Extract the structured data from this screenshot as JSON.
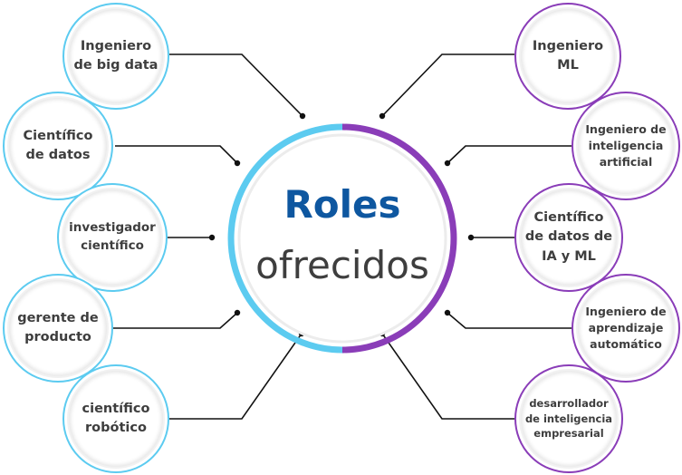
{
  "colors": {
    "left_accent": "#5ccbf0",
    "right_accent": "#8a3db8",
    "title": "#0e57a0",
    "text": "#3e3e3e",
    "connector": "#111111"
  },
  "center": {
    "title": "Roles",
    "subtitle": "ofrecidos"
  },
  "roles_left": [
    "Ingeniero\nde big data",
    "Científico\nde datos",
    "investigador\ncientífico",
    "gerente de\nproducto",
    "científico\nrobótico"
  ],
  "roles_right": [
    "Ingeniero\nML",
    "Ingeniero de\ninteligencia\nartificial",
    "Científico\nde datos de\nIA y ML",
    "Ingeniero de\naprendizaje\nautomático",
    "desarrollador\nde inteligencia\nempresarial"
  ]
}
